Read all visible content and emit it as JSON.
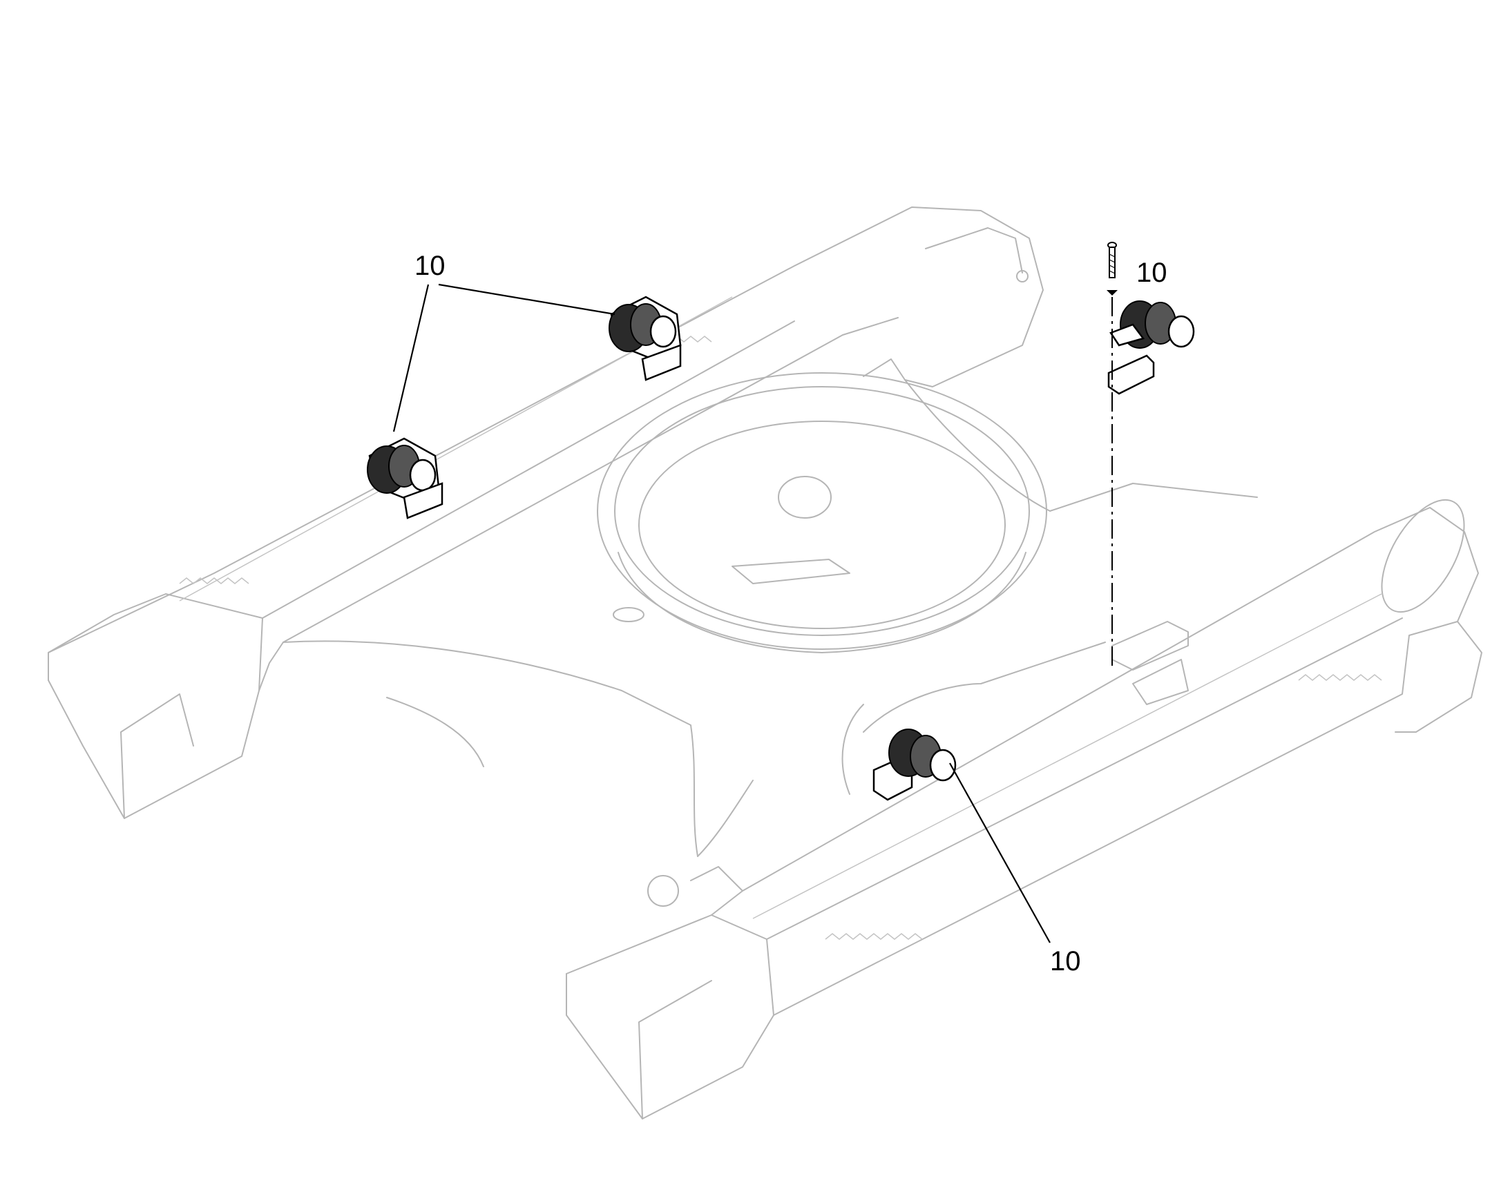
{
  "diagram": {
    "callouts": [
      {
        "id": "callout-top-left",
        "label": "10"
      },
      {
        "id": "callout-top-right",
        "label": "10"
      },
      {
        "id": "callout-bottom",
        "label": "10"
      }
    ]
  },
  "colors": {
    "frame_line": "#b5b5b5",
    "part_line": "#000000",
    "background": "#ffffff"
  }
}
